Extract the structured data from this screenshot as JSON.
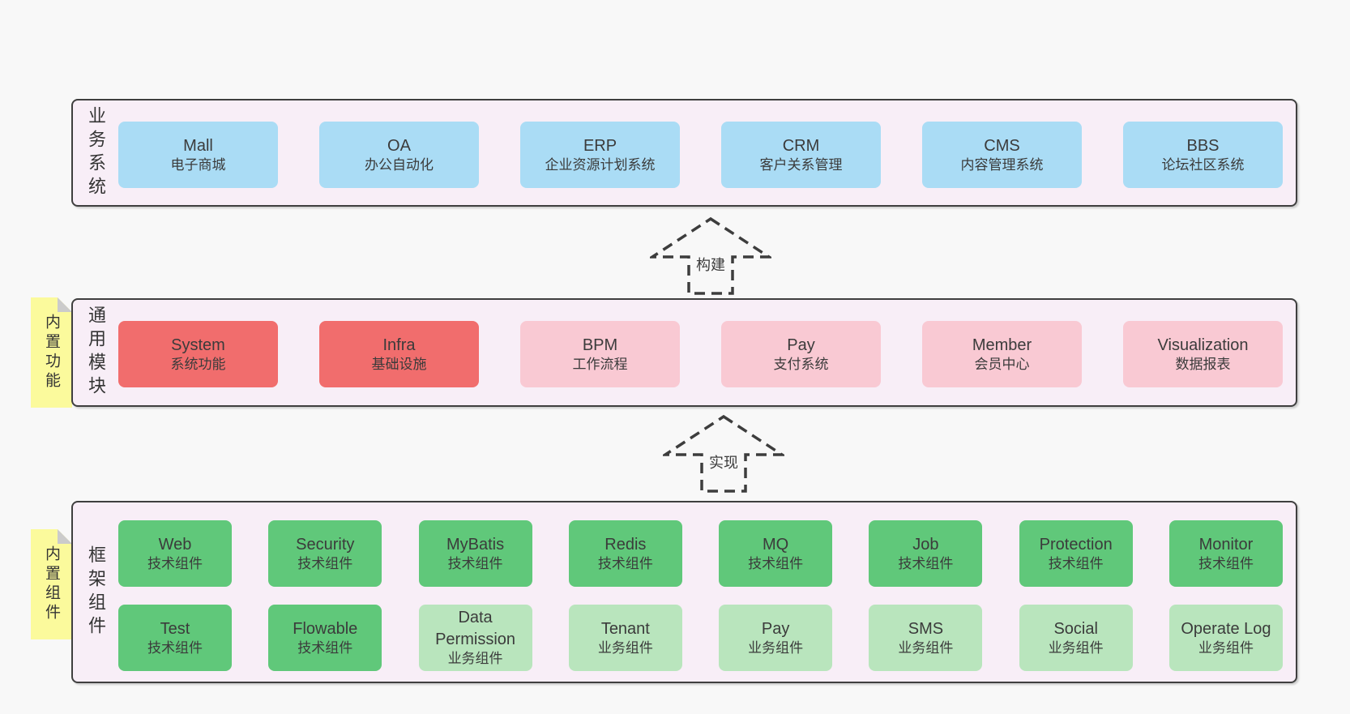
{
  "diagram_type": "layered architecture diagram",
  "colors": {
    "page_background": "#f8f8f8",
    "panel_background": "#f8eef7",
    "panel_border": "#3f3f3f",
    "business_box_blue": "#aadcf5",
    "core_module_red": "#f16d6d",
    "module_pink": "#f9c9d3",
    "tech_component_green": "#60c87a",
    "biz_component_light_green": "#b9e5bd",
    "sticky_note_yellow": "#fbfa9c",
    "sticky_note_fold_gray": "#cbcbcb",
    "text": "#3b3b3b"
  },
  "arrows": [
    {
      "label": "构建",
      "direction": "up"
    },
    {
      "label": "实现",
      "direction": "up"
    }
  ],
  "layers": [
    {
      "side_label": "业务系统",
      "boxes": [
        {
          "name": "Mall",
          "sub": "电子商城"
        },
        {
          "name": "OA",
          "sub": "办公自动化"
        },
        {
          "name": "ERP",
          "sub": "企业资源计划系统"
        },
        {
          "name": "CRM",
          "sub": "客户关系管理"
        },
        {
          "name": "CMS",
          "sub": "内容管理系统"
        },
        {
          "name": "BBS",
          "sub": "论坛社区系统"
        }
      ]
    },
    {
      "side_label": "通用模块",
      "note_label": "内置功能",
      "boxes": [
        {
          "name": "System",
          "sub": "系统功能"
        },
        {
          "name": "Infra",
          "sub": "基础设施"
        },
        {
          "name": "BPM",
          "sub": "工作流程"
        },
        {
          "name": "Pay",
          "sub": "支付系统"
        },
        {
          "name": "Member",
          "sub": "会员中心"
        },
        {
          "name": "Visualization",
          "sub": "数据报表"
        }
      ]
    },
    {
      "side_label": "框架组件",
      "note_label": "内置组件",
      "rows": [
        [
          {
            "name": "Web",
            "sub": "技术组件"
          },
          {
            "name": "Security",
            "sub": "技术组件"
          },
          {
            "name": "MyBatis",
            "sub": "技术组件"
          },
          {
            "name": "Redis",
            "sub": "技术组件"
          },
          {
            "name": "MQ",
            "sub": "技术组件"
          },
          {
            "name": "Job",
            "sub": "技术组件"
          },
          {
            "name": "Protection",
            "sub": "技术组件"
          },
          {
            "name": "Monitor",
            "sub": "技术组件"
          }
        ],
        [
          {
            "name": "Test",
            "sub": "技术组件"
          },
          {
            "name": "Flowable",
            "sub": "技术组件"
          },
          {
            "name": "Data Permission",
            "sub": "业务组件"
          },
          {
            "name": "Tenant",
            "sub": "业务组件"
          },
          {
            "name": "Pay",
            "sub": "业务组件"
          },
          {
            "name": "SMS",
            "sub": "业务组件"
          },
          {
            "name": "Social",
            "sub": "业务组件"
          },
          {
            "name": "Operate Log",
            "sub": "业务组件"
          }
        ]
      ]
    }
  ]
}
